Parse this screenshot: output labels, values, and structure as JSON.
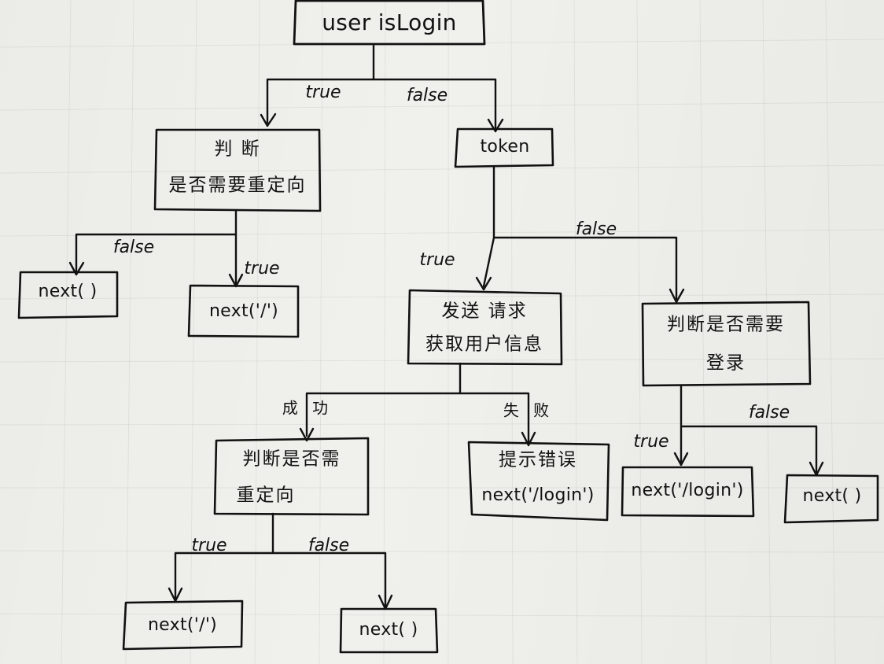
{
  "nodes": {
    "root": "user isLogin",
    "redirect_check_1": [
      "判 断",
      "是否需要重定向"
    ],
    "token": "token",
    "next_empty_1": "next( )",
    "next_root_1": "next('/')",
    "request": [
      "发送 请求",
      "获取用户信息"
    ],
    "login_check": [
      "判断是否需要",
      "登录"
    ],
    "redirect_check_2": [
      "判断是否需",
      "重定向"
    ],
    "error": [
      "提示错误",
      "next('/login')"
    ],
    "next_login": "next('/login')",
    "next_empty_2": "next( )",
    "next_root_2": "next('/')",
    "next_empty_3": "next( )"
  },
  "edge_labels": {
    "true": "true",
    "false": "false",
    "success": "成 功",
    "fail": "失 败"
  }
}
